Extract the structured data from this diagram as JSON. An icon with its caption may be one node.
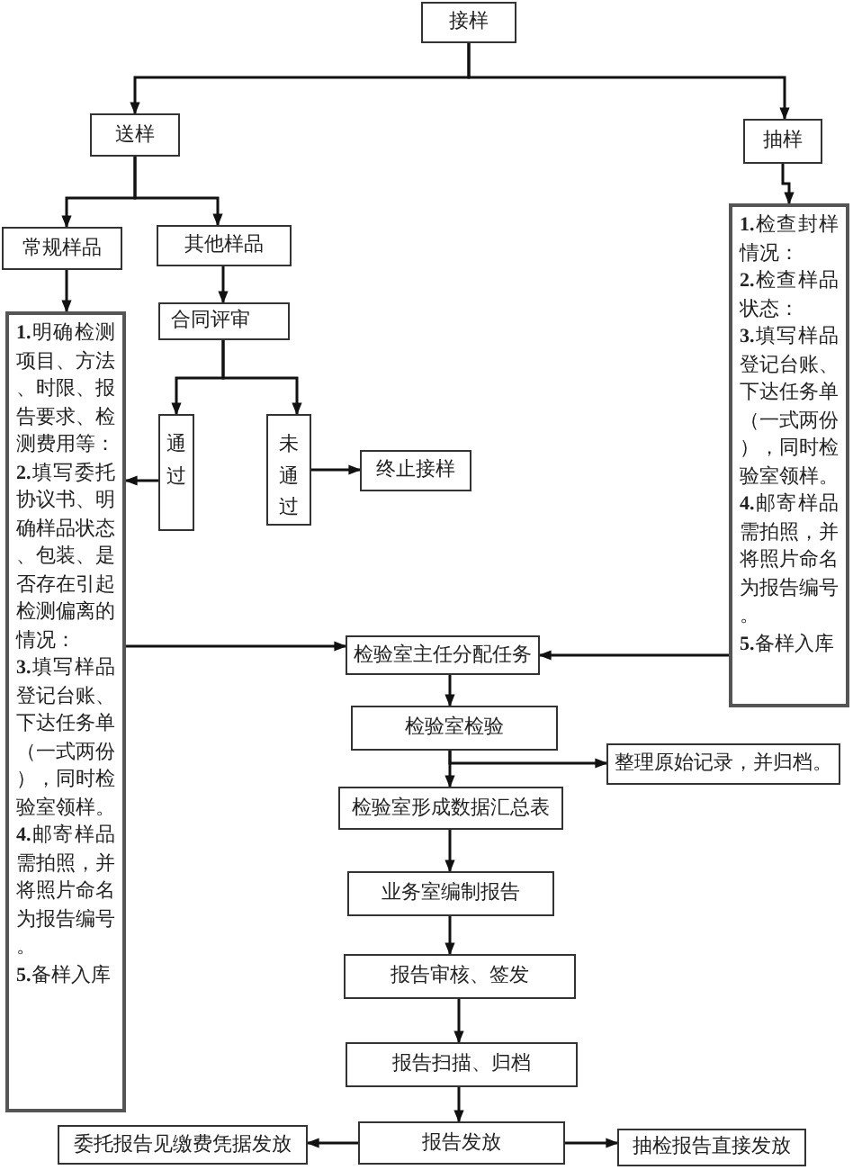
{
  "diagram": {
    "nodes": [
      {
        "text": [
          "接样"
        ]
      },
      {
        "text": [
          "送样"
        ]
      },
      {
        "text": [
          "抽样"
        ]
      },
      {
        "text": [
          "常规样品"
        ]
      },
      {
        "text": [
          "其他样品"
        ]
      },
      {
        "text": [
          "合同评审"
        ]
      },
      {
        "text": [
          "通过"
        ]
      },
      {
        "text": [
          "未通过"
        ]
      },
      {
        "text": [
          "终止接样"
        ]
      },
      {
        "text": [
          "**1.**明确检测项目、方法、时限、报告要求、检测费用等：",
          "**2.**填写委托协议书、明确样品状态、包装、是否存在引起检测偏离的情况：",
          "**3.**填写样品登记台账、下达任务单（一式两份），同时检验室领样。",
          "**4.**邮寄样品需拍照，并将照片命名为报告编号。",
          "**5.**备样入库"
        ]
      },
      {
        "text": [
          "**1.**检查封样情况：",
          "**2.**检查样品状态：",
          "**3.**填写样品登记台账、下达任务单（一式两份），同时检验室领样。",
          "**4.**邮寄样品需拍照，并将照片命名为报告编号。",
          "**5.**备样入库"
        ]
      },
      {
        "text": [
          "检验室主任分配任务"
        ]
      },
      {
        "text": [
          "检验室检验"
        ]
      },
      {
        "text": [
          "整理原始记录，并归档。"
        ]
      },
      {
        "text": [
          "检验室形成数据汇总表"
        ]
      },
      {
        "text": [
          "业务室编制报告"
        ]
      },
      {
        "text": [
          "报告审核、签发"
        ]
      },
      {
        "text": [
          "报告扫描、归档"
        ]
      },
      {
        "text": [
          "报告发放"
        ]
      },
      {
        "text": [
          "委托报告见缴费凭据发放"
        ]
      },
      {
        "text": [
          "抽检报告直接发放"
        ]
      }
    ],
    "edges": [
      {
        "from": 0,
        "to": 1,
        "arrow": "to"
      },
      {
        "from": 0,
        "to": 2,
        "arrow": "to"
      },
      {
        "from": 1,
        "to": 3,
        "arrow": "to"
      },
      {
        "from": 1,
        "to": 4,
        "arrow": "to"
      },
      {
        "from": 2,
        "to": 10,
        "arrow": "to"
      },
      {
        "from": 3,
        "to": 9,
        "arrow": "to"
      },
      {
        "from": 4,
        "to": 5,
        "arrow": "to"
      },
      {
        "from": 5,
        "to": 6,
        "arrow": "to"
      },
      {
        "from": 5,
        "to": 7,
        "arrow": "to"
      },
      {
        "from": 6,
        "to": 9,
        "arrow": "to"
      },
      {
        "from": 7,
        "to": 8,
        "arrow": "to"
      },
      {
        "from": 9,
        "to": 11,
        "arrow": "to"
      },
      {
        "from": 10,
        "to": 11,
        "arrow": "to"
      },
      {
        "from": 11,
        "to": 12,
        "arrow": "to"
      },
      {
        "from": 12,
        "to": 14,
        "arrow": "to"
      },
      {
        "from": 12,
        "to": 13,
        "arrow": "to"
      },
      {
        "from": 14,
        "to": 15,
        "arrow": "to"
      },
      {
        "from": 15,
        "to": 16,
        "arrow": "to"
      },
      {
        "from": 16,
        "to": 17,
        "arrow": "to"
      },
      {
        "from": 17,
        "to": 18,
        "arrow": "to"
      },
      {
        "from": 18,
        "to": 19,
        "arrow": "to"
      },
      {
        "from": 18,
        "to": 20,
        "arrow": "to"
      }
    ]
  }
}
